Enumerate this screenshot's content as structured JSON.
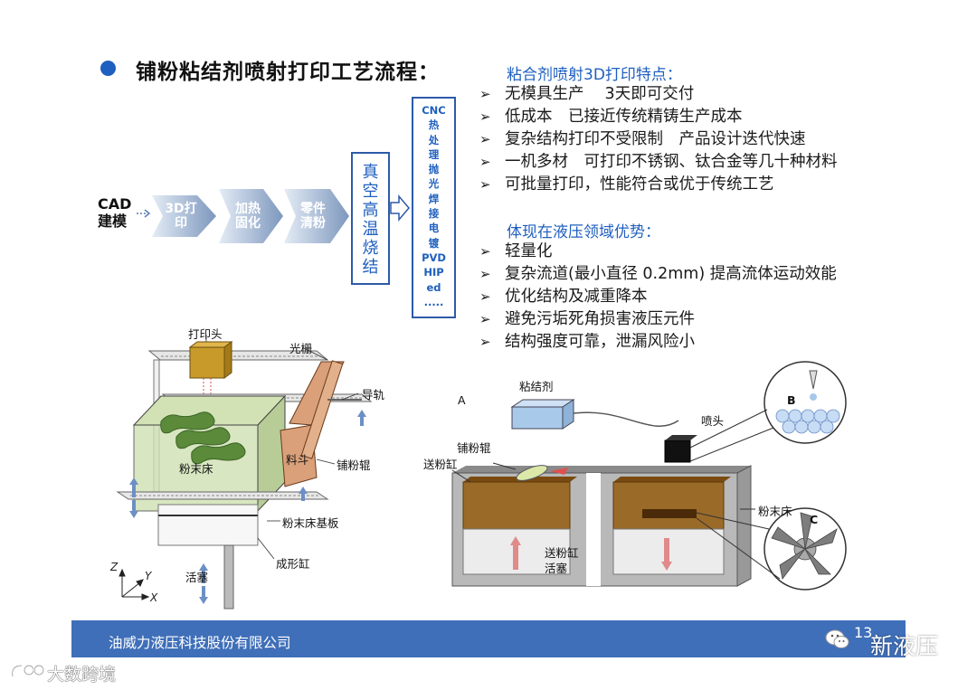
{
  "title": "铺粉粘结剂喷射打印工艺流程：",
  "process": {
    "cad_line1": "CAD",
    "cad_line2": "建模",
    "steps": [
      {
        "line1": "3D打",
        "line2": "印"
      },
      {
        "line1": "加热",
        "line2": "固化"
      },
      {
        "line1": "零件",
        "line2": "清粉"
      }
    ],
    "vacuum_sinter": [
      "真",
      "空",
      "高",
      "温",
      "烧",
      "结"
    ],
    "post_process": [
      "CNC",
      "热",
      "处",
      "理",
      "抛",
      "光",
      "焊",
      "接",
      "电",
      "镀",
      "PVD",
      "HIP",
      "ed",
      "....."
    ]
  },
  "features": {
    "heading": "粘合剂喷射3D打印特点：",
    "items": [
      "无模具生产　 3天即可交付",
      "低成本　已接近传统精铸生产成本",
      "复杂结构打印不受限制　产品设计迭代快速",
      "一机多材　可打印不锈钢、钛合金等几十种材料",
      "可批量打印，性能符合或优于传统工艺"
    ]
  },
  "advantages": {
    "heading": "体现在液压领域优势：",
    "items": [
      "轻量化",
      "复杂流道(最小直径 0.2mm) 提高流体运动效能",
      "优化结构及减重降本",
      "避免污垢死角损害液压元件",
      "结构强度可靠，泄漏风险小"
    ]
  },
  "bullet_glyph": "➢",
  "diagram_left": {
    "print_head": "打印头",
    "grating": "光栅",
    "guide_rail": "导轨",
    "powder_bed": "粉末床",
    "hopper": "料斗",
    "roller": "铺粉辊",
    "base_plate": "粉末床基板",
    "build_cylinder": "成形缸",
    "piston": "活塞",
    "axis_z": "Z",
    "axis_y": "Y",
    "axis_x": "X"
  },
  "diagram_right": {
    "label_a": "A",
    "label_b": "B",
    "label_c": "C",
    "binder": "粘结剂",
    "nozzle": "喷头",
    "roller": "铺粉辊",
    "feed_cylinder": "送粉缸",
    "powder_bed": "粉末床",
    "feed_piston_line1": "送粉缸",
    "feed_piston_line2": "活塞"
  },
  "footer": {
    "company": "油威力液压科技股份有限公司",
    "page": "13",
    "brand": "新液压"
  },
  "watermark": "大数跨境",
  "colors": {
    "accent_blue": "#1f5fbf",
    "footer_blue": "#3f6fb9",
    "arrow_grad_start": "#dbe6f4",
    "arrow_grad_end": "#7f98bd"
  }
}
